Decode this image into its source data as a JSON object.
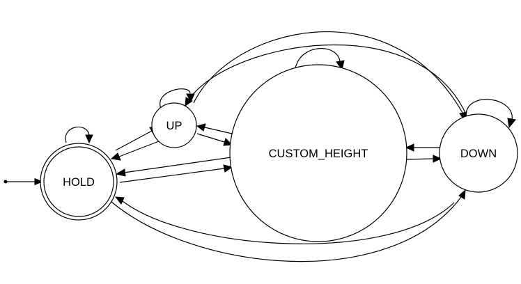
{
  "diagram": {
    "type": "state-machine",
    "initial_state": "HOLD",
    "states": [
      {
        "id": "HOLD",
        "label": "HOLD",
        "accepting": true
      },
      {
        "id": "UP",
        "label": "UP",
        "accepting": false
      },
      {
        "id": "CUSTOM_HEIGHT",
        "label": "CUSTOM_HEIGHT",
        "accepting": false
      },
      {
        "id": "DOWN",
        "label": "DOWN",
        "accepting": false
      }
    ],
    "transitions": [
      {
        "from": "HOLD",
        "to": "HOLD"
      },
      {
        "from": "UP",
        "to": "UP"
      },
      {
        "from": "CUSTOM_HEIGHT",
        "to": "CUSTOM_HEIGHT"
      },
      {
        "from": "DOWN",
        "to": "DOWN"
      },
      {
        "from": "HOLD",
        "to": "UP"
      },
      {
        "from": "UP",
        "to": "HOLD"
      },
      {
        "from": "HOLD",
        "to": "CUSTOM_HEIGHT"
      },
      {
        "from": "CUSTOM_HEIGHT",
        "to": "HOLD"
      },
      {
        "from": "HOLD",
        "to": "DOWN"
      },
      {
        "from": "DOWN",
        "to": "HOLD"
      },
      {
        "from": "UP",
        "to": "CUSTOM_HEIGHT"
      },
      {
        "from": "CUSTOM_HEIGHT",
        "to": "UP"
      },
      {
        "from": "UP",
        "to": "DOWN"
      },
      {
        "from": "DOWN",
        "to": "UP"
      },
      {
        "from": "CUSTOM_HEIGHT",
        "to": "DOWN"
      },
      {
        "from": "DOWN",
        "to": "CUSTOM_HEIGHT"
      }
    ]
  }
}
